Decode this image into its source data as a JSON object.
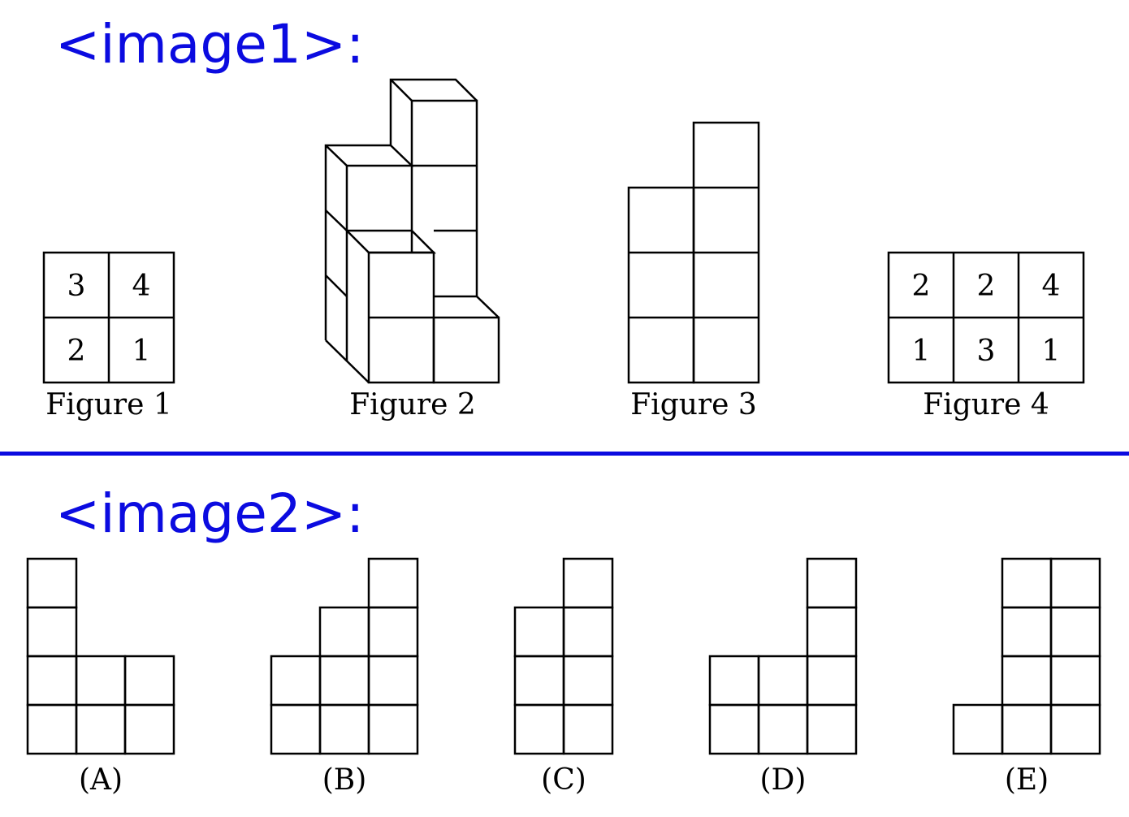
{
  "image1": {
    "header": "<image1>:",
    "figure1": {
      "caption": "Figure 1",
      "grid": [
        [
          "3",
          "4"
        ],
        [
          "2",
          "1"
        ]
      ]
    },
    "figure2": {
      "caption": "Figure 2"
    },
    "figure3": {
      "caption": "Figure 3"
    },
    "figure4": {
      "caption": "Figure 4",
      "grid": [
        [
          "2",
          "2",
          "4"
        ],
        [
          "1",
          "3",
          "1"
        ]
      ]
    }
  },
  "image2": {
    "header": "<image2>:",
    "options": [
      {
        "label": "(A)",
        "heights": [
          4,
          2,
          2
        ]
      },
      {
        "label": "(B)",
        "heights": [
          2,
          3,
          4
        ]
      },
      {
        "label": "(C)",
        "heights": [
          3,
          4
        ]
      },
      {
        "label": "(D)",
        "heights": [
          2,
          2,
          4
        ]
      },
      {
        "label": "(E)",
        "heights": [
          1,
          4,
          4
        ]
      }
    ]
  },
  "colors": {
    "header": "#0b0be0",
    "divider": "#0b0be0",
    "lines": "#000000"
  }
}
